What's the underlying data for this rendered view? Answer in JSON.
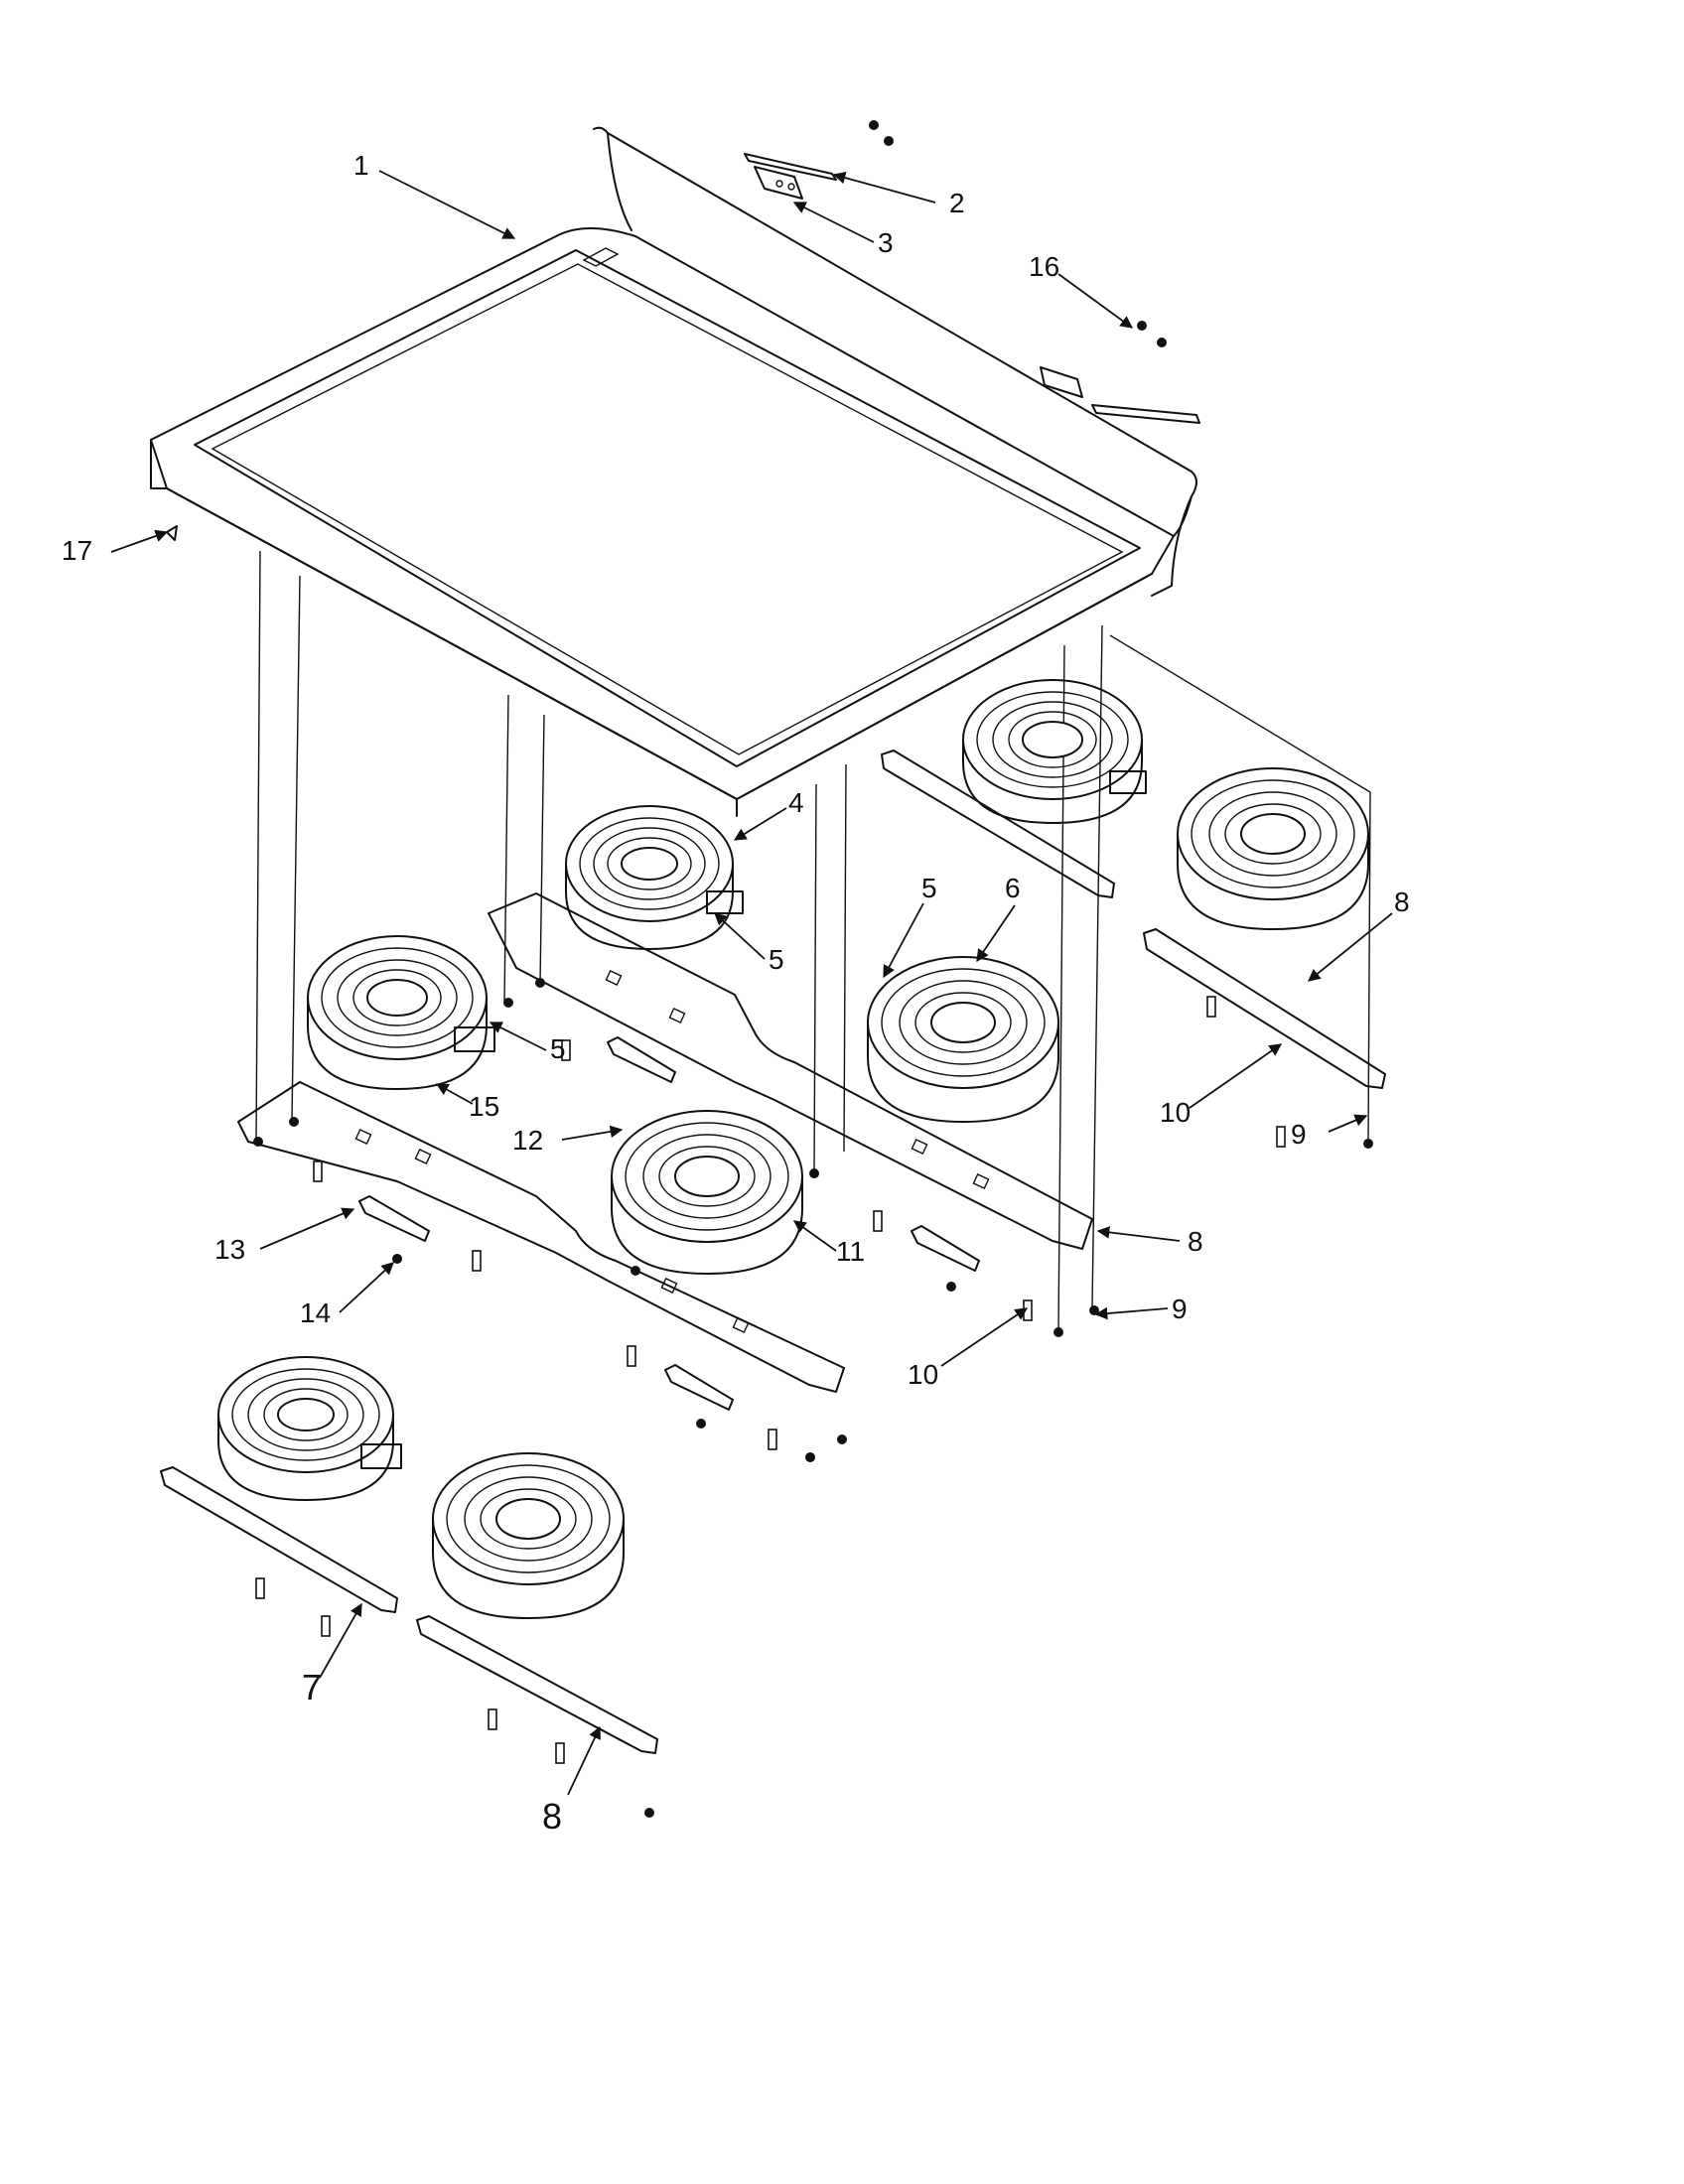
{
  "diagram": {
    "type": "exploded-parts-view",
    "callouts": [
      {
        "id": "c1",
        "text": "1"
      },
      {
        "id": "c2",
        "text": "2"
      },
      {
        "id": "c3",
        "text": "3"
      },
      {
        "id": "c4",
        "text": "4"
      },
      {
        "id": "c5a",
        "text": "5"
      },
      {
        "id": "c5b",
        "text": "5"
      },
      {
        "id": "c5c",
        "text": "5"
      },
      {
        "id": "c6",
        "text": "6"
      },
      {
        "id": "c7",
        "text": "7"
      },
      {
        "id": "c8a",
        "text": "8"
      },
      {
        "id": "c8b",
        "text": "8"
      },
      {
        "id": "c8c",
        "text": "8"
      },
      {
        "id": "c9a",
        "text": "9"
      },
      {
        "id": "c9b",
        "text": "9"
      },
      {
        "id": "c10a",
        "text": "10"
      },
      {
        "id": "c10b",
        "text": "10"
      },
      {
        "id": "c11",
        "text": "11"
      },
      {
        "id": "c12",
        "text": "12"
      },
      {
        "id": "c13",
        "text": "13"
      },
      {
        "id": "c14",
        "text": "14"
      },
      {
        "id": "c15",
        "text": "15"
      },
      {
        "id": "c16",
        "text": "16"
      },
      {
        "id": "c17",
        "text": "17"
      }
    ]
  }
}
